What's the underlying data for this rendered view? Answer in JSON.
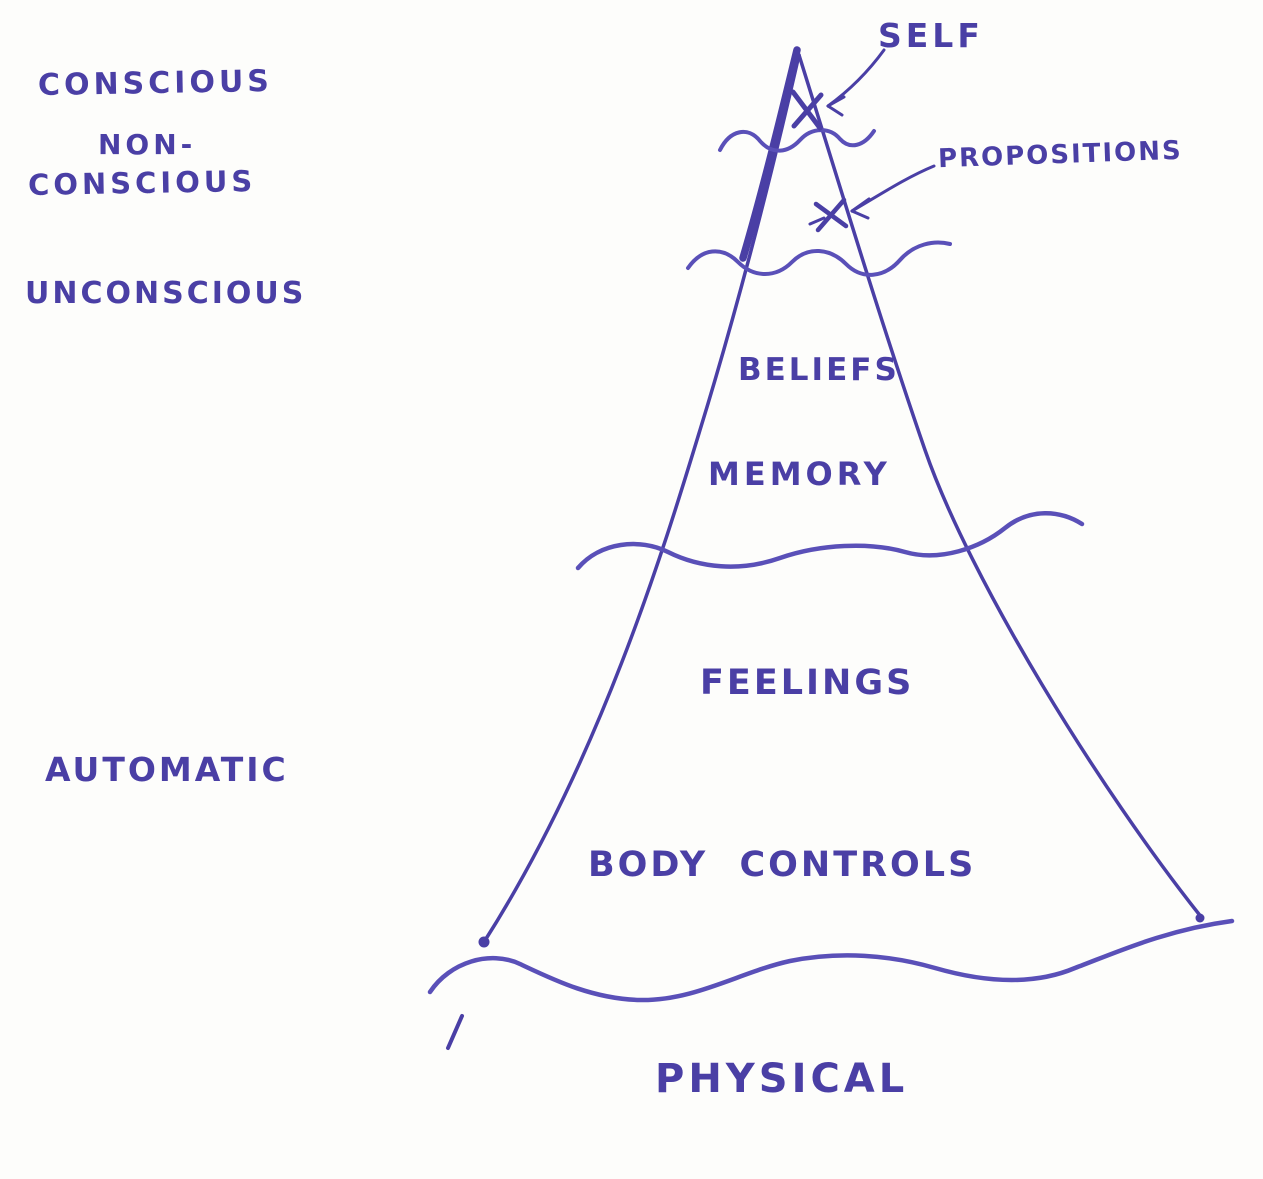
{
  "diagram": {
    "description_labels": {
      "conscious": "CONSCIOUS",
      "non_conscious_line1": "NON-",
      "non_conscious_line2": "CONSCIOUS",
      "unconscious": "UNCONSCIOUS",
      "automatic": "AUTOMATIC"
    },
    "pyramid_labels": {
      "self": "SELF",
      "propositions": "PROPOSITIONS",
      "beliefs": "BELIEFS",
      "memory": "MEMORY",
      "feelings": "FEELINGS",
      "body_controls": "BODY CONTROLS",
      "physical": "PHYSICAL"
    },
    "colors": {
      "ink": "#4a3fa5",
      "paper": "#fdfdfb"
    }
  }
}
